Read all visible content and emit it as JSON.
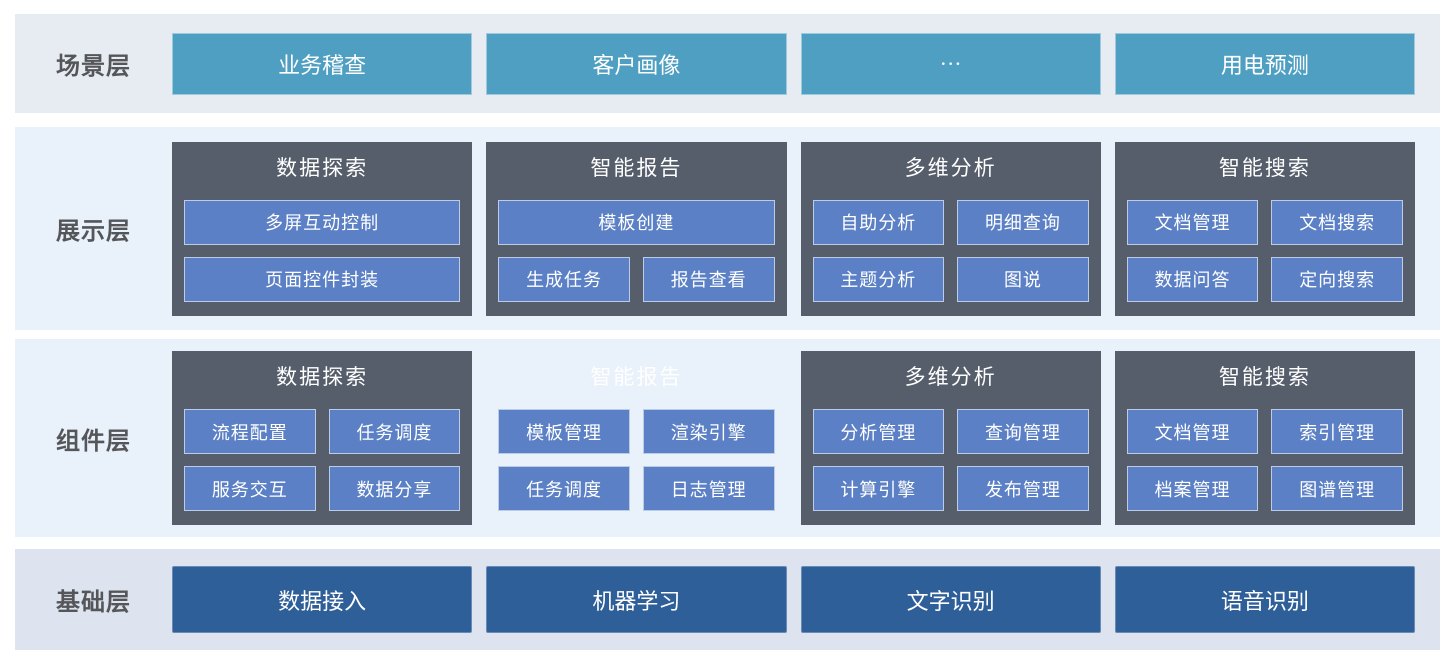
{
  "colors": {
    "scenario_button": "#4f9fc2",
    "foundation_button": "#2f5f99",
    "card_background": "#565e6b",
    "module_button": "#5b80c5",
    "band_light_gray_blue": "#e7ecf3",
    "band_light_blue": "#e9f1fa",
    "band_bottom_blue": "#dde4f0",
    "label_text": "#555659",
    "button_text": "#ffffff"
  },
  "layers": [
    {
      "label": "场景层",
      "items": [
        "业务稽查",
        "客户画像",
        "···",
        "用电预测"
      ]
    },
    {
      "label": "展示层",
      "cards": [
        {
          "title": "数据探索",
          "rows": [
            [
              "多屏互动控制"
            ],
            [
              "页面控件封装"
            ]
          ]
        },
        {
          "title": "智能报告",
          "rows": [
            [
              "模板创建"
            ],
            [
              "生成任务",
              "报告查看"
            ]
          ]
        },
        {
          "title": "多维分析",
          "rows": [
            [
              "自助分析",
              "明细查询"
            ],
            [
              "主题分析",
              "图说"
            ]
          ]
        },
        {
          "title": "智能搜索",
          "rows": [
            [
              "文档管理",
              "文档搜索"
            ],
            [
              "数据问答",
              "定向搜索"
            ]
          ]
        }
      ]
    },
    {
      "label": "组件层",
      "cards": [
        {
          "title": "数据探索",
          "rows": [
            [
              "流程配置",
              "任务调度"
            ],
            [
              "服务交互",
              "数据分享"
            ]
          ]
        },
        {
          "title": "智能报告",
          "ghost": true,
          "rows": [
            [
              "模板管理",
              "渲染引擎"
            ],
            [
              "任务调度",
              "日志管理"
            ]
          ]
        },
        {
          "title": "多维分析",
          "rows": [
            [
              "分析管理",
              "查询管理"
            ],
            [
              "计算引擎",
              "发布管理"
            ]
          ]
        },
        {
          "title": "智能搜索",
          "rows": [
            [
              "文档管理",
              "索引管理"
            ],
            [
              "档案管理",
              "图谱管理"
            ]
          ]
        }
      ]
    },
    {
      "label": "基础层",
      "items": [
        "数据接入",
        "机器学习",
        "文字识别",
        "语音识别"
      ]
    }
  ]
}
